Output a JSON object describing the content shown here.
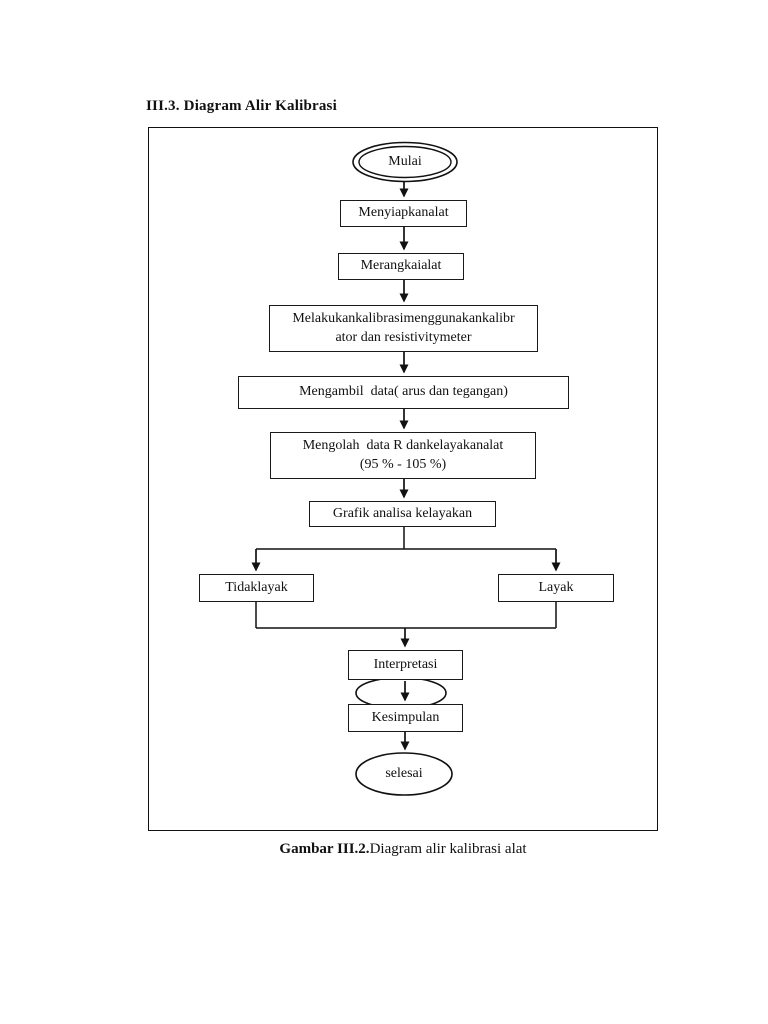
{
  "page": {
    "heading": "III.3. Diagram Alir Kalibrasi",
    "caption_bold": "Gambar III.2.",
    "caption_text": "Diagram alir kalibrasi alat"
  },
  "flowchart": {
    "nodes": {
      "start": "Mulai",
      "step1": "Menyiapkanalat",
      "step2": "Merangkaialat",
      "step3": "Melakukankalibrasimenggunakankalibr\nator dan resistivitymeter",
      "step4": "Mengambil  data( arus dan tegangan)",
      "step5": "Mengolah  data R dankelayakanalat\n(95 % - 105 %)",
      "step6": "Grafik analisa kelayakan",
      "branch_left": "Tidaklayak",
      "branch_right": "Layak",
      "step7": "Interpretasi",
      "step8": "Kesimpulan",
      "end": "selesai"
    },
    "colors": {
      "line": "#111111",
      "node_background": "#ffffff",
      "page_background": "#ffffff"
    }
  }
}
